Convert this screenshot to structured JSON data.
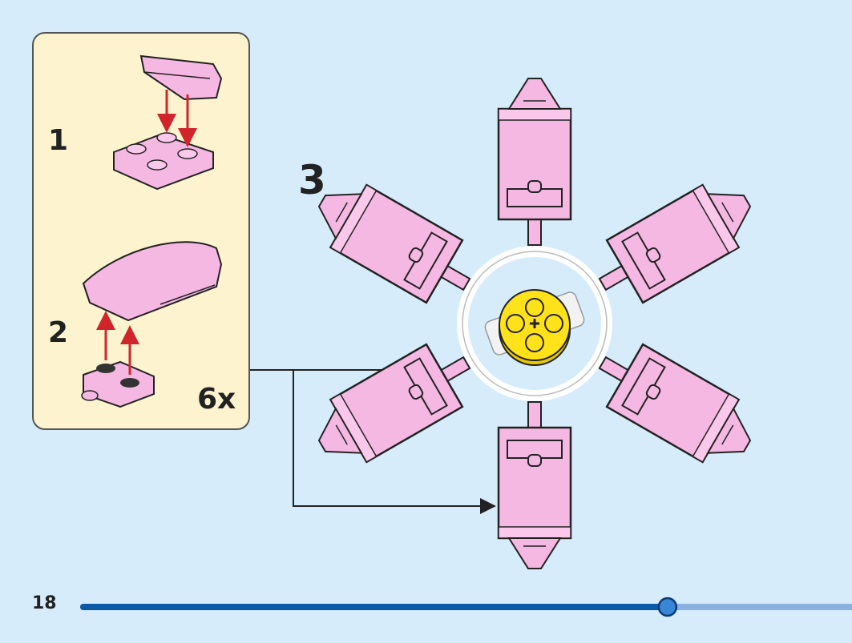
{
  "substeps": [
    {
      "number": "1"
    },
    {
      "number": "2"
    }
  ],
  "multiplier": "6x",
  "step": {
    "number": "3"
  },
  "page": {
    "number": "18"
  },
  "progress": {
    "fraction": 0.76
  },
  "colors": {
    "background": "#d6ecfb",
    "panel": "#fdf3cf",
    "brick_pink": "#f5b8e3",
    "brick_outline": "#222222",
    "arrow_red": "#d0262b",
    "center_yellow": "#ffe21a",
    "progress_filled": "#0a5aa8",
    "progress_empty": "#8ab0e0"
  },
  "icons": [
    "brick-icon",
    "callout-arrow-icon",
    "progress-knob-icon"
  ]
}
